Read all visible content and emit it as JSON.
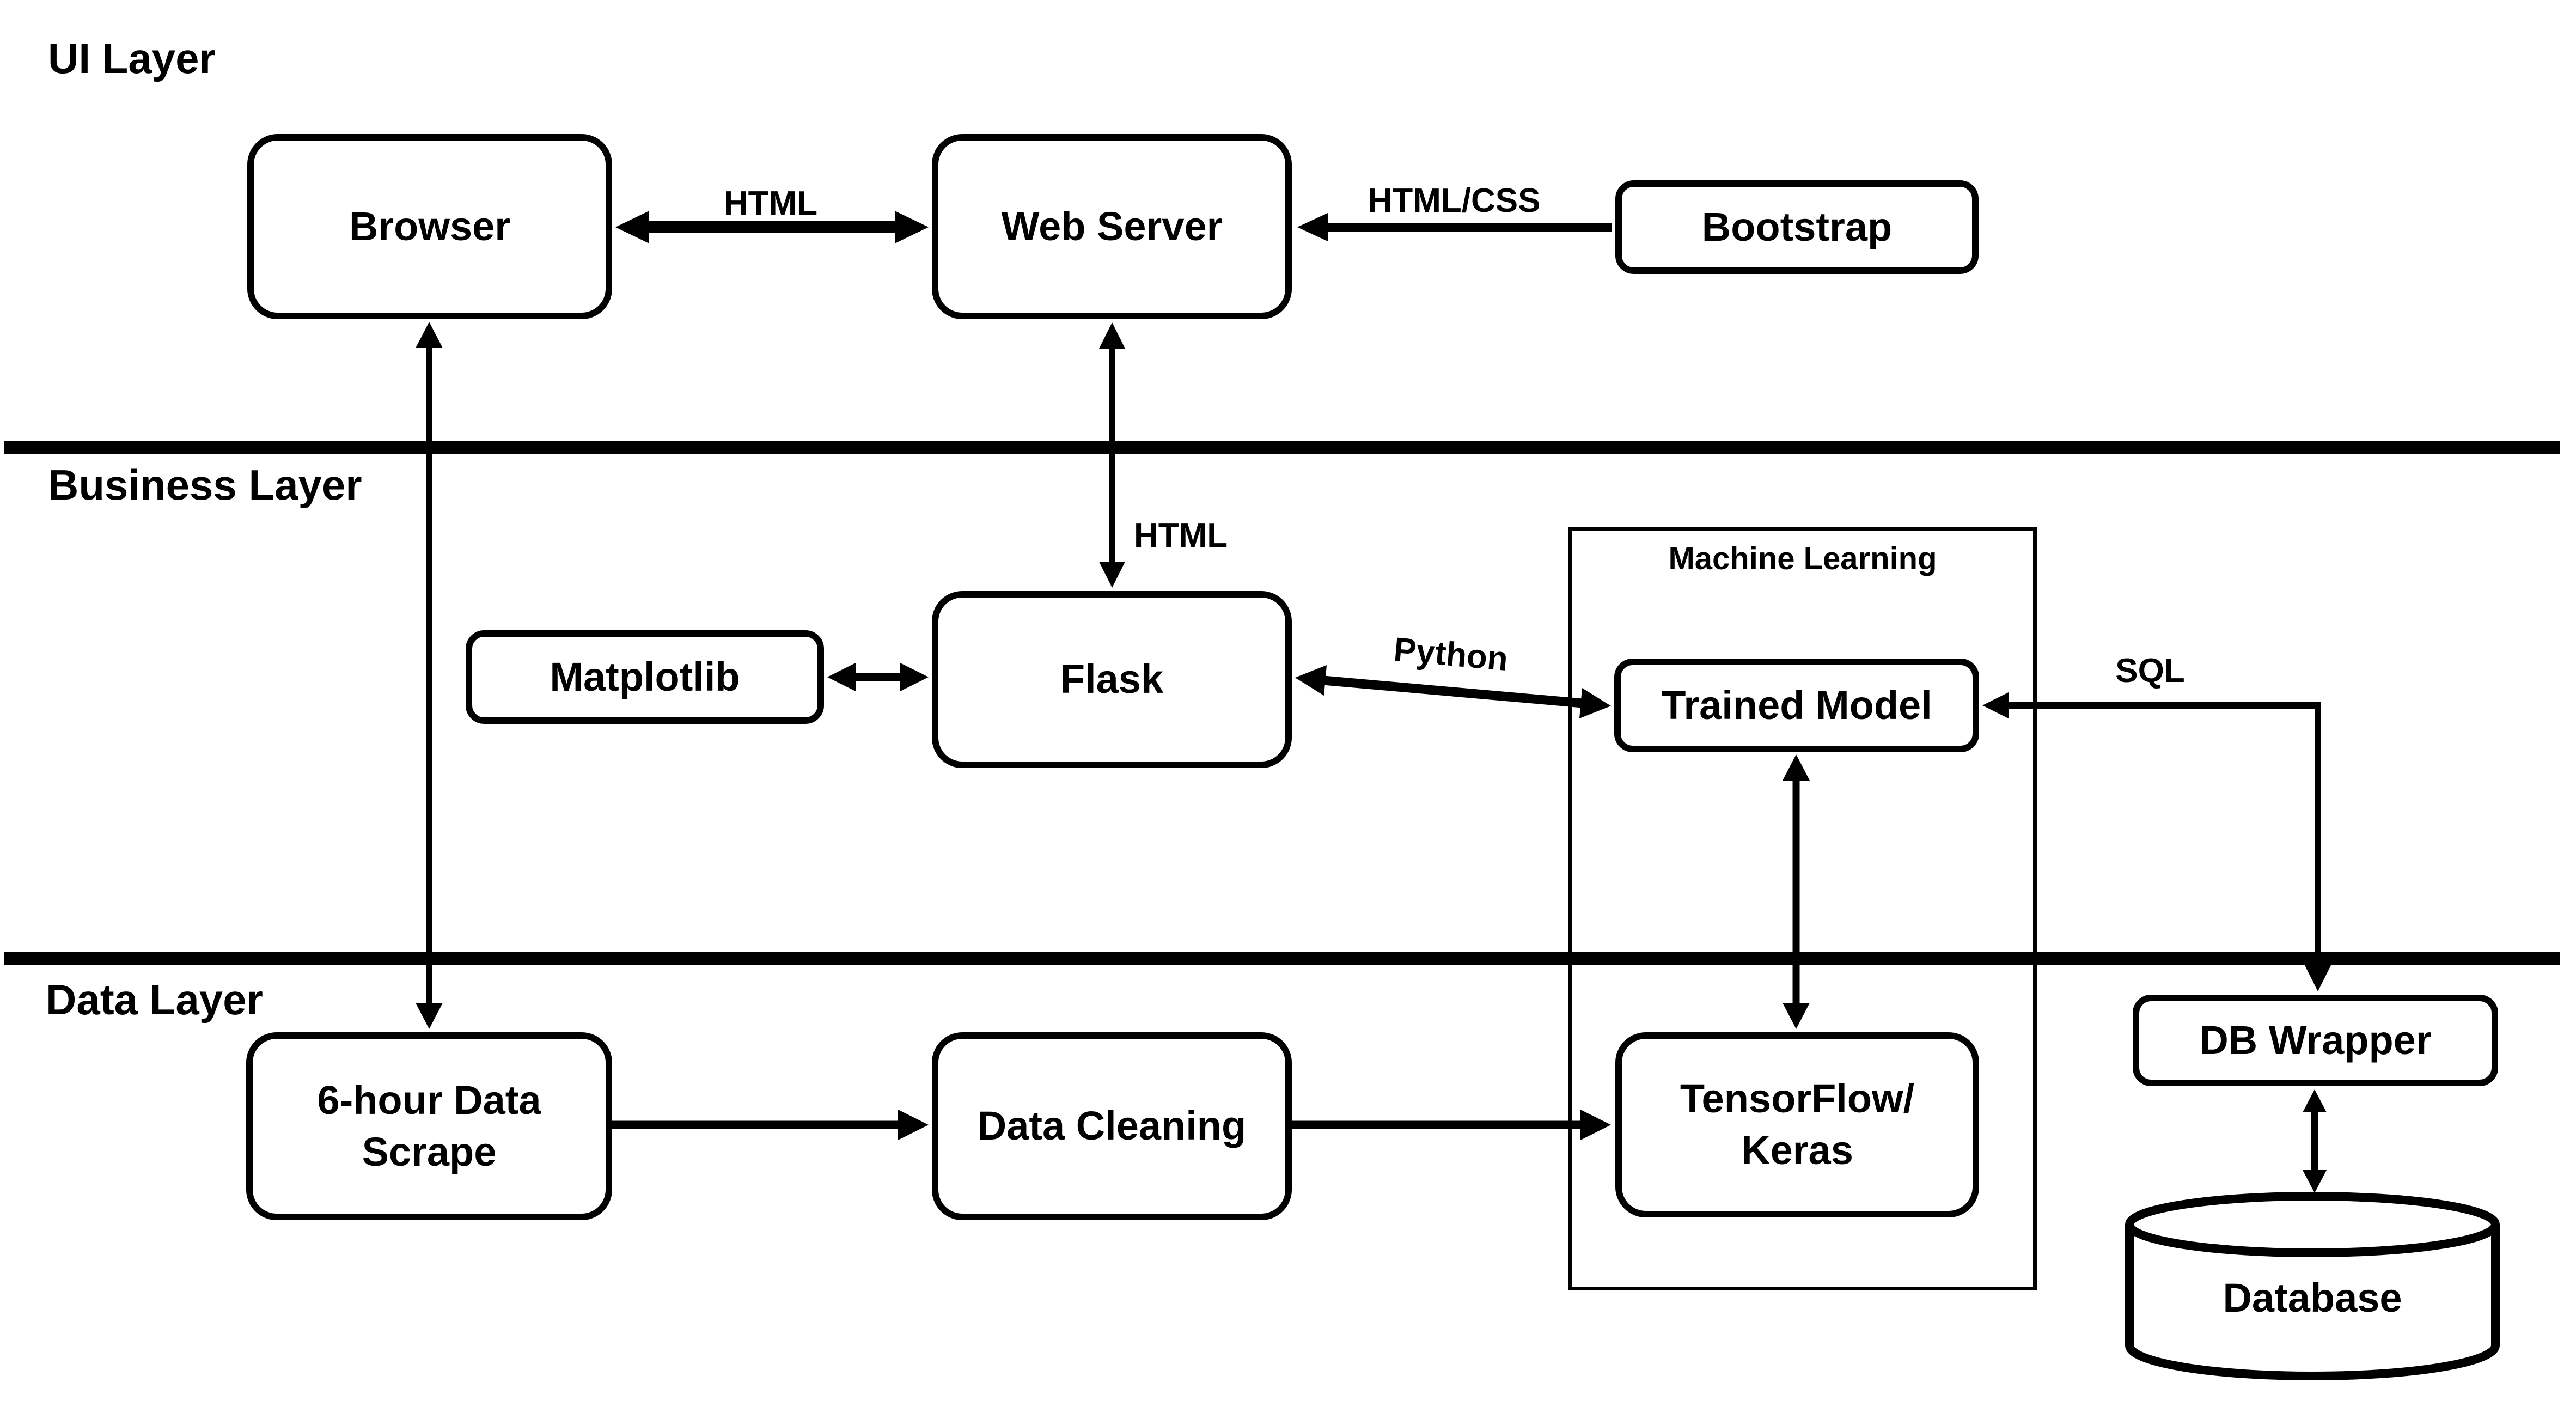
{
  "diagram": {
    "colors": {
      "ink": "#000000",
      "paper": "#ffffff"
    },
    "layer_titles": {
      "ui": "UI Layer",
      "business": "Business Layer",
      "data": "Data Layer"
    },
    "nodes": {
      "browser": "Browser",
      "web_server": "Web Server",
      "bootstrap": "Bootstrap",
      "matplotlib": "Matplotlib",
      "flask": "Flask",
      "machine_learning_group": "Machine Learning",
      "trained_model": "Trained Model",
      "data_scrape": "6-hour Data\nScrape",
      "data_cleaning": "Data Cleaning",
      "tensorflow": "TensorFlow/\nKeras",
      "db_wrapper": "DB Wrapper",
      "database": "Database"
    },
    "edge_labels": {
      "browser_webserver": "HTML",
      "bootstrap_webserver": "HTML/CSS",
      "webserver_flask": "HTML",
      "flask_trainedmodel": "Python",
      "trainedmodel_dbwrapper": "SQL"
    }
  }
}
